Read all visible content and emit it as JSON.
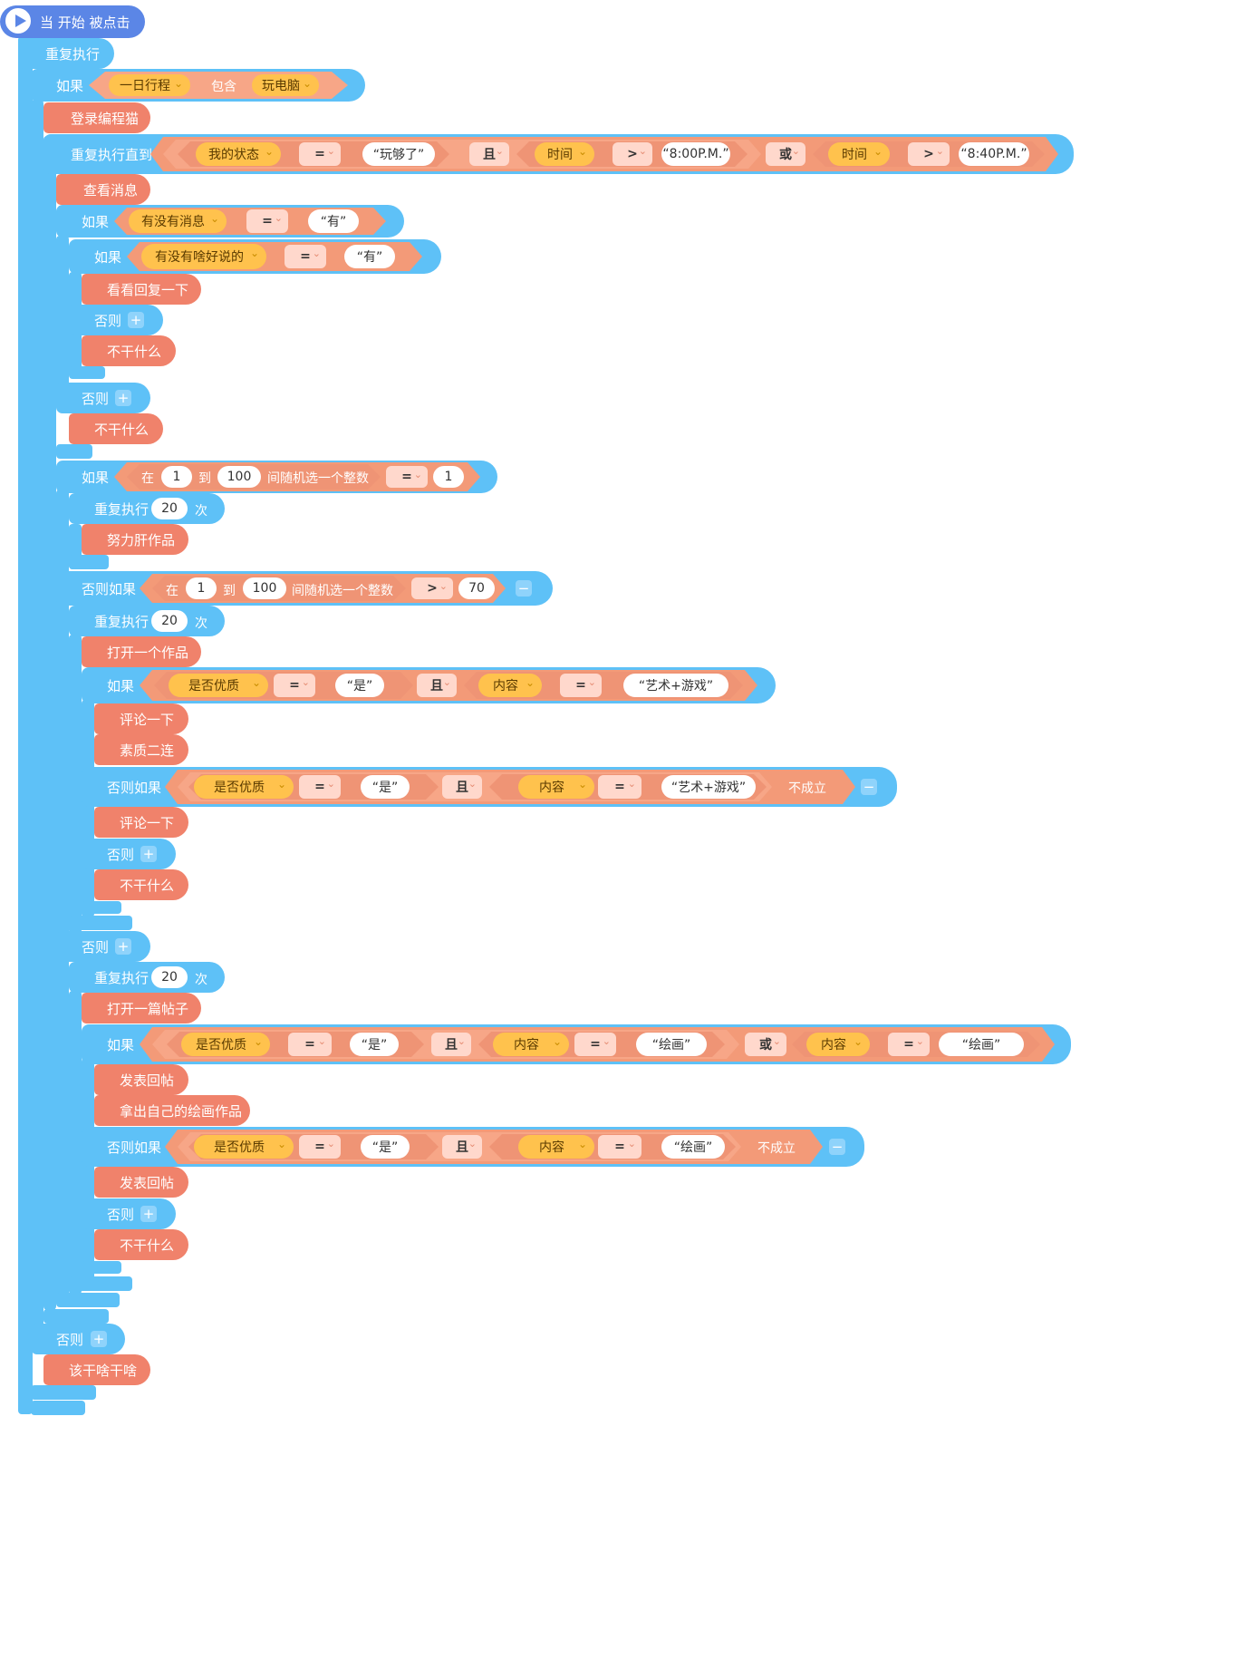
{
  "event": {
    "label": "当 开始 被点击"
  },
  "kw": {
    "repeat_forever": "重复执行",
    "if": "如果",
    "else": "否则",
    "else_if": "否则如果",
    "repeat_until": "重复执行直到",
    "times": "次",
    "and": "且",
    "or": "或",
    "not_true": "不成立",
    "contains": "包含",
    "at": "在",
    "to": "到",
    "random_int": "间随机选一个整数"
  },
  "cond_top": {
    "list": "一日行程",
    "item": "玩电脑"
  },
  "actions": {
    "login": "登录编程猫",
    "check_msg": "查看消息",
    "look_reply": "看看回复一下",
    "do_nothing": "不干什么",
    "work_hard": "努力肝作品",
    "open_work": "打开一个作品",
    "comment": "评论一下",
    "triple": "素质二连",
    "open_post": "打开一篇帖子",
    "reply_post": "发表回帖",
    "show_art": "拿出自己的绘画作品",
    "do_whatever": "该干啥干啥"
  },
  "vars": {
    "my_status": "我的状态",
    "time": "时间",
    "has_msg": "有没有消息",
    "has_talk": "有没有啥好说的",
    "is_quality": "是否优质",
    "content": "内容"
  },
  "ops": {
    "eq": "=",
    "gt": ">"
  },
  "strings": {
    "played_enough": "“玩够了”",
    "t800": "“8:00P.M.”",
    "t840": "“8:40P.M.”",
    "yes_you": "“有”",
    "yes_shi": "“是”",
    "art_game": "“艺术+游戏”",
    "painting": "“绘画”"
  },
  "numbers": {
    "one": "1",
    "hundred": "100",
    "twenty": "20",
    "seventy": "70"
  },
  "buttons": {
    "plus": "+",
    "minus": "−"
  }
}
